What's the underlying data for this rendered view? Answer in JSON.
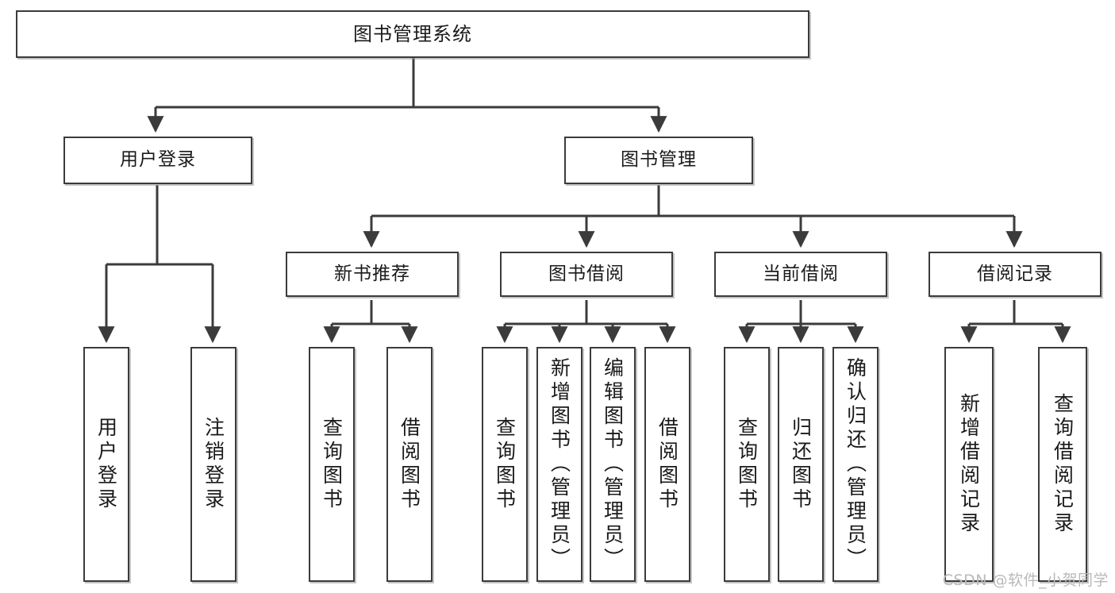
{
  "diagram": {
    "title": "图书管理系统",
    "type": "tree-hierarchy-chart",
    "colors": {
      "box_border": "#3b3b3b",
      "box_fill": "#ffffff",
      "edge": "#3b3b3b",
      "text": "#1a1a1a",
      "watermark": "#b9b9b9"
    },
    "root": {
      "label": "图书管理系统"
    },
    "level2": [
      {
        "label": "用户登录"
      },
      {
        "label": "图书管理"
      }
    ],
    "level3": [
      {
        "label": "新书推荐"
      },
      {
        "label": "图书借阅"
      },
      {
        "label": "当前借阅"
      },
      {
        "label": "借阅记录"
      }
    ],
    "leaves": {
      "user_login": [
        {
          "label": "用户登录"
        },
        {
          "label": "注销登录"
        }
      ],
      "new_book_recommend": [
        {
          "label": "查询图书"
        },
        {
          "label": "借阅图书"
        }
      ],
      "book_borrow": [
        {
          "label": "查询图书"
        },
        {
          "label": "新增图书（管理员）"
        },
        {
          "label": "编辑图书（管理员）"
        },
        {
          "label": "借阅图书"
        }
      ],
      "current_borrow": [
        {
          "label": "查询图书"
        },
        {
          "label": "归还图书"
        },
        {
          "label": "确认归还（管理员）"
        }
      ],
      "borrow_record": [
        {
          "label": "新增借阅记录"
        },
        {
          "label": "查询借阅记录"
        }
      ]
    },
    "watermark": "CSDN @软件_小贺同学"
  }
}
